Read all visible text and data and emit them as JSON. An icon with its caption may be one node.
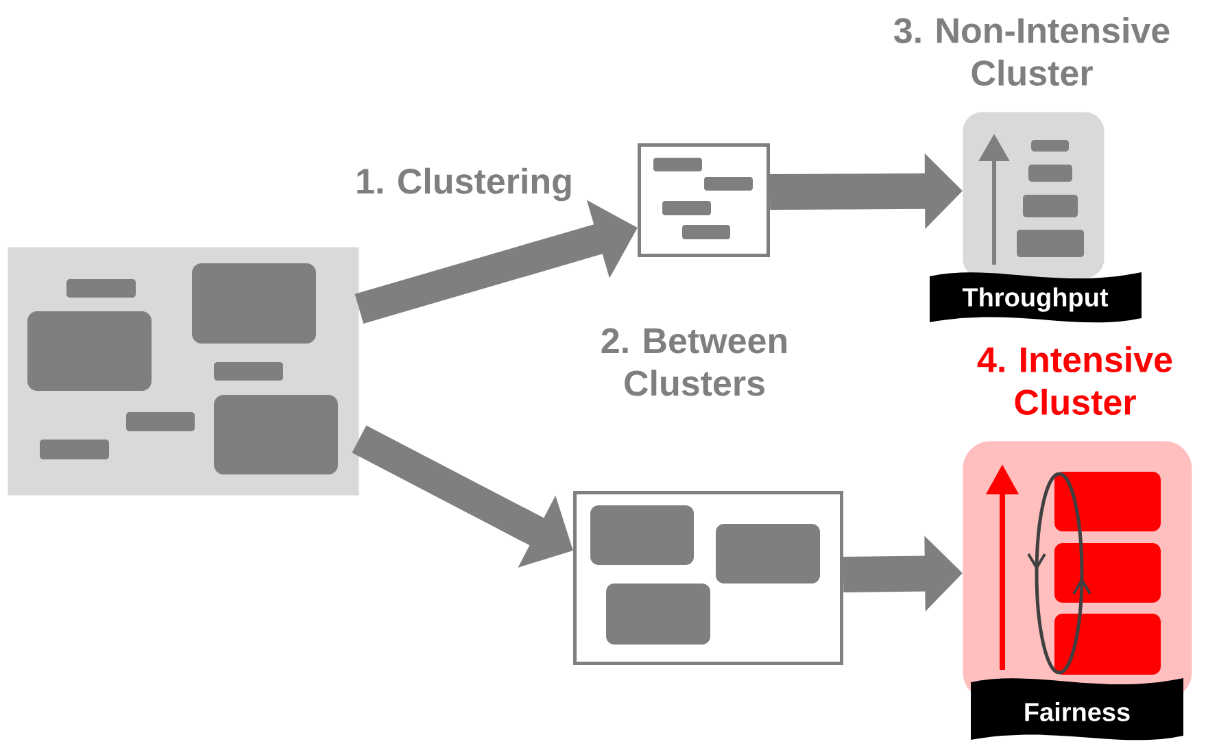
{
  "diagram": {
    "nodes": [
      {
        "text": [],
        "shape": "box"
      },
      {
        "text": [],
        "shape": "box",
        "beside": [
          "1. Clustering"
        ]
      },
      {
        "text": [],
        "shape": "box",
        "beside": [
          "2. Between Clusters"
        ]
      },
      {
        "text": [
          "3. Non-Intensive Cluster",
          "Throughput"
        ]
      },
      {
        "text": [
          "4. Intensive Cluster",
          "Fairness"
        ]
      }
    ],
    "edges": [
      {
        "from": 0,
        "to": 1,
        "arrow": "to"
      },
      {
        "from": 0,
        "to": 2,
        "arrow": "to"
      },
      {
        "from": 1,
        "to": 3,
        "arrow": "to"
      },
      {
        "from": 2,
        "to": 4,
        "arrow": "to"
      }
    ]
  }
}
